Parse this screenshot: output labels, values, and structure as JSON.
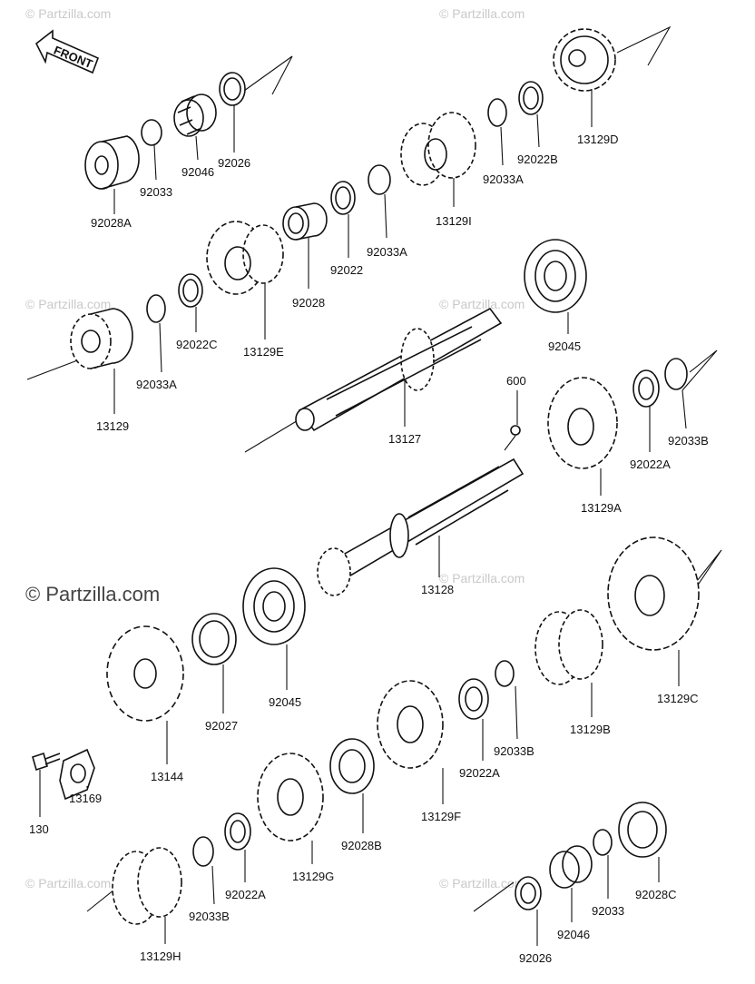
{
  "watermarks": {
    "small": "© Partzilla.com",
    "large": "© Partzilla.com"
  },
  "front_arrow": {
    "label": "FRONT"
  },
  "parts": [
    {
      "id": "92028A",
      "label": "92028A"
    },
    {
      "id": "92033",
      "label": "92033"
    },
    {
      "id": "92046",
      "label": "92046"
    },
    {
      "id": "92026",
      "label": "92026"
    },
    {
      "id": "13129D",
      "label": "13129D"
    },
    {
      "id": "92022B",
      "label": "92022B"
    },
    {
      "id": "92033A_top",
      "label": "92033A"
    },
    {
      "id": "13129I",
      "label": "13129I"
    },
    {
      "id": "92033A_mid",
      "label": "92033A"
    },
    {
      "id": "92022",
      "label": "92022"
    },
    {
      "id": "92028",
      "label": "92028"
    },
    {
      "id": "13129E",
      "label": "13129E"
    },
    {
      "id": "92022C",
      "label": "92022C"
    },
    {
      "id": "92033A_low",
      "label": "92033A"
    },
    {
      "id": "13129",
      "label": "13129"
    },
    {
      "id": "92045_top",
      "label": "92045"
    },
    {
      "id": "13127",
      "label": "13127"
    },
    {
      "id": "600",
      "label": "600"
    },
    {
      "id": "92022A_top",
      "label": "92022A"
    },
    {
      "id": "92033B_top",
      "label": "92033B"
    },
    {
      "id": "13129A",
      "label": "13129A"
    },
    {
      "id": "13128",
      "label": "13128"
    },
    {
      "id": "92045_low",
      "label": "92045"
    },
    {
      "id": "92027",
      "label": "92027"
    },
    {
      "id": "13144",
      "label": "13144"
    },
    {
      "id": "13169",
      "label": "13169"
    },
    {
      "id": "130",
      "label": "130"
    },
    {
      "id": "13129C",
      "label": "13129C"
    },
    {
      "id": "13129B",
      "label": "13129B"
    },
    {
      "id": "92033B_mid",
      "label": "92033B"
    },
    {
      "id": "92022A_mid",
      "label": "92022A"
    },
    {
      "id": "13129F",
      "label": "13129F"
    },
    {
      "id": "92028B",
      "label": "92028B"
    },
    {
      "id": "13129G",
      "label": "13129G"
    },
    {
      "id": "92022A_low",
      "label": "92022A"
    },
    {
      "id": "92033B_low",
      "label": "92033B"
    },
    {
      "id": "13129H",
      "label": "13129H"
    },
    {
      "id": "92028C",
      "label": "92028C"
    },
    {
      "id": "92033_low",
      "label": "92033"
    },
    {
      "id": "92046_low",
      "label": "92046"
    },
    {
      "id": "92026_low",
      "label": "92026"
    }
  ]
}
